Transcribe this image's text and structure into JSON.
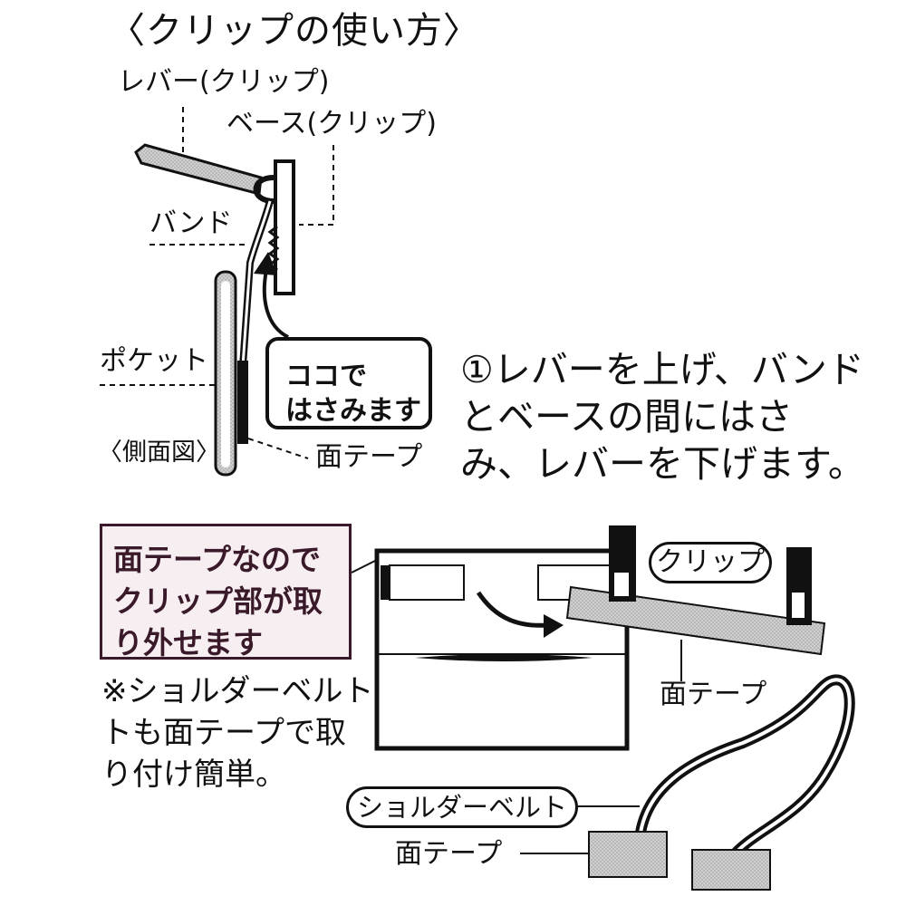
{
  "title": "〈クリップの使い方〉",
  "labels": {
    "lever": "レバー(クリップ)",
    "base": "ベース(クリップ)",
    "band": "バンド",
    "pocket": "ポケット",
    "side_view": "〈側面図〉",
    "face_tape_top": "面テープ",
    "clip": "クリップ",
    "face_tape_mid": "面テープ",
    "shoulder_belt": "ショルダーベルト",
    "face_tape_bottom": "面テープ"
  },
  "callout": {
    "line1": "ココで",
    "line2": "はさみます"
  },
  "step1": {
    "line1": "①レバーを上げ、バンド",
    "line2": "とベースの間にはさ",
    "line3": "み、レバーを下げます。"
  },
  "note_box": {
    "line1": "面テープなので",
    "line2": "クリップ部が取",
    "line3": "り外せます"
  },
  "footnote": {
    "line1": "※ショルダーベルト",
    "line2": "トも面テープで取",
    "line3": "り付け簡単。"
  },
  "colors": {
    "ink": "#111111",
    "tape_gray": "#c8c8c8",
    "note_bg": "#f6eef1",
    "note_border": "#3a1a2a"
  }
}
